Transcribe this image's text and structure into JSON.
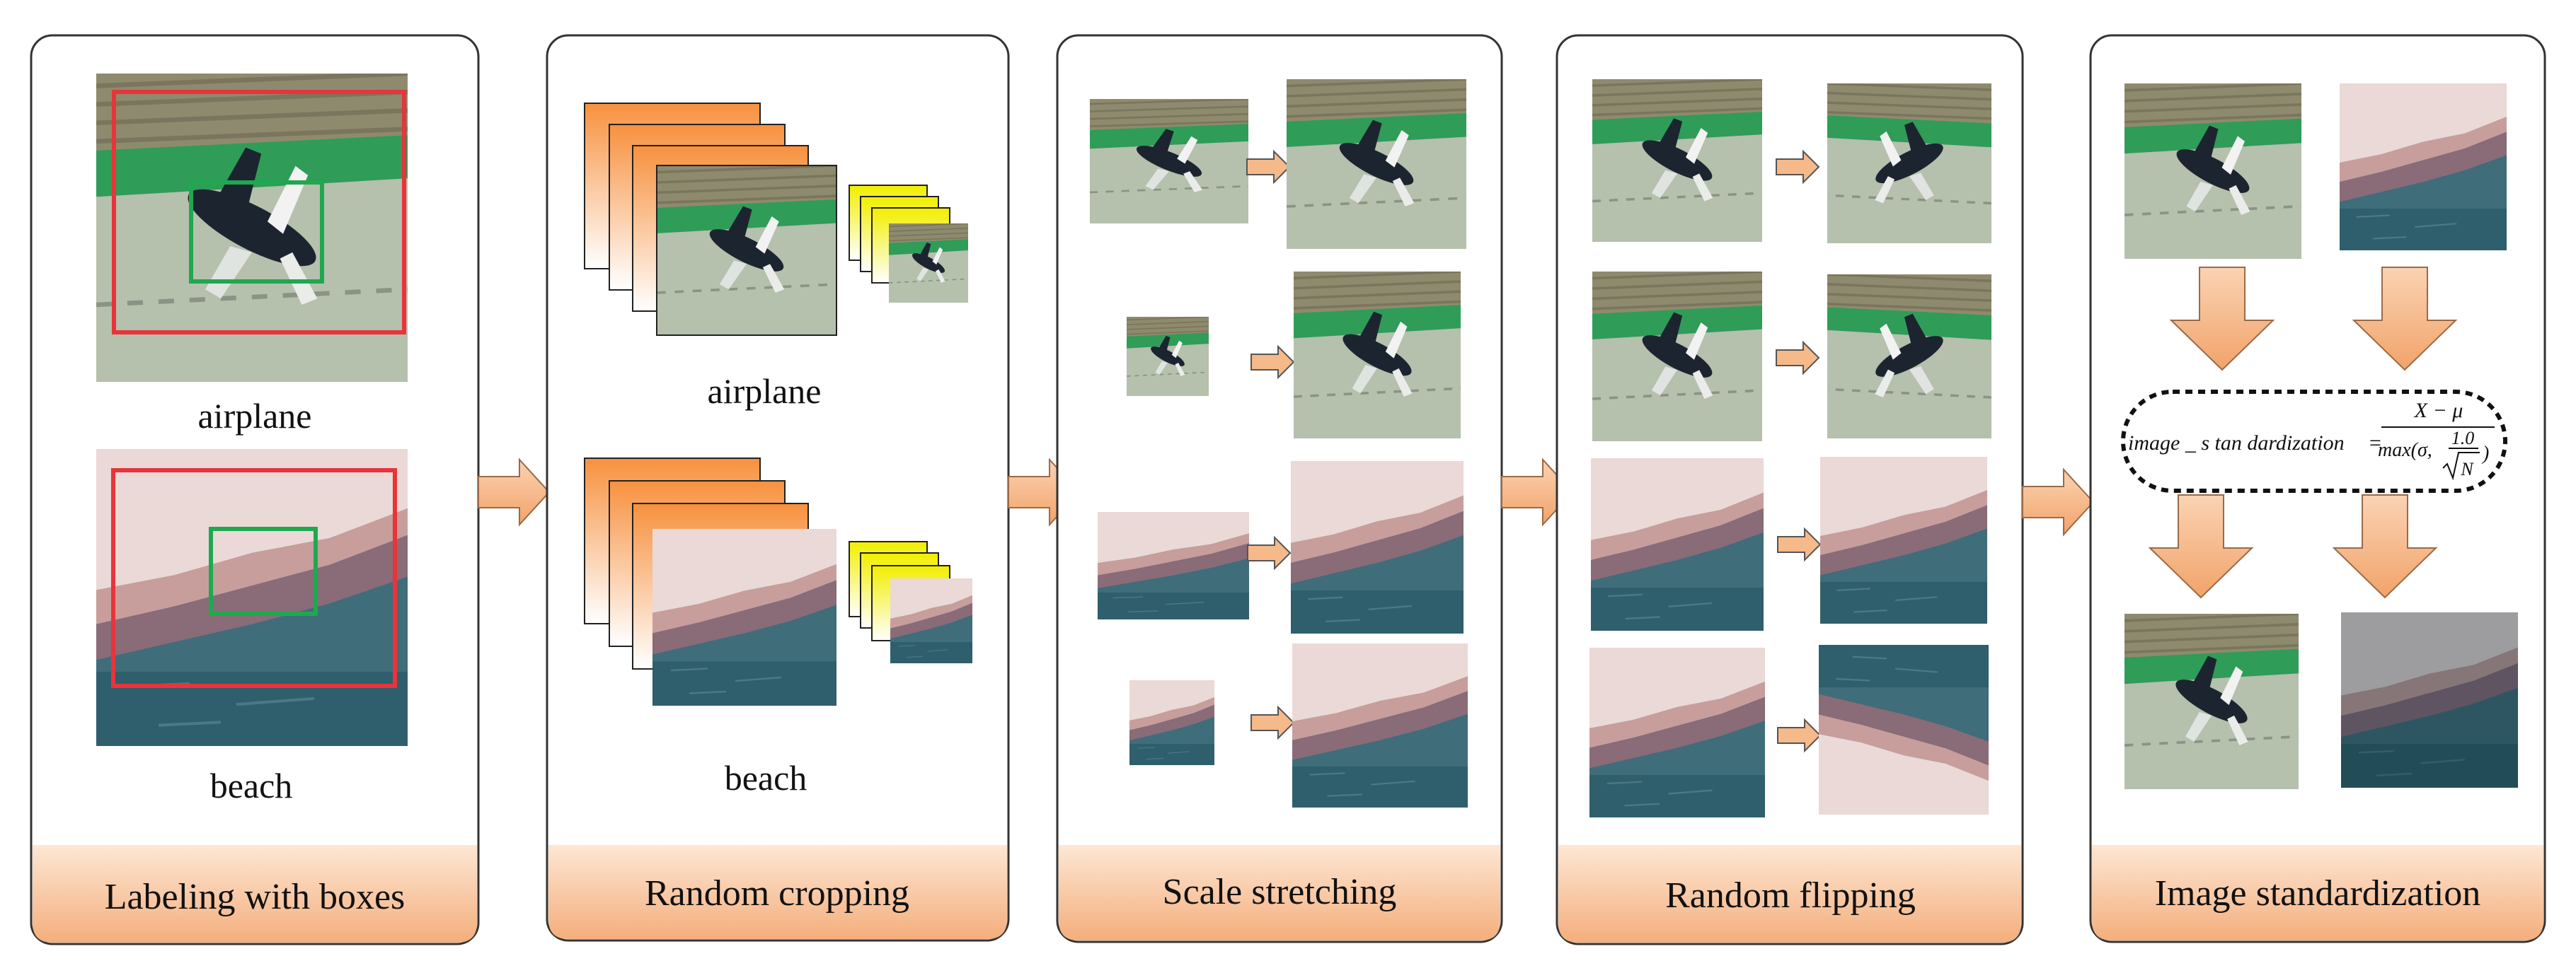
{
  "panels": [
    {
      "title": "Labeling with boxes",
      "labels": [
        "airplane",
        "beach"
      ]
    },
    {
      "title": "Random cropping",
      "labels": [
        "airplane",
        "beach"
      ]
    },
    {
      "title": "Scale stretching"
    },
    {
      "title": "Random flipping"
    },
    {
      "title": "Image standardization"
    }
  ],
  "formula": {
    "lhs": "image _ s tan dardization",
    "eq": "=",
    "numerator": "X − μ",
    "denominator_prefix": "max(σ,",
    "inner_numerator": "1.0",
    "inner_denominator": "N",
    "denominator_suffix": ")"
  },
  "colors": {
    "box_red": "#e8343a",
    "box_green": "#1fa84f",
    "arrow_fill": "#f6b98a",
    "title_bar_top": "#fbe1cc",
    "title_bar_bottom": "#f5b486",
    "stack_orange": "#f59a55",
    "stack_yellow": "#f3f000"
  }
}
